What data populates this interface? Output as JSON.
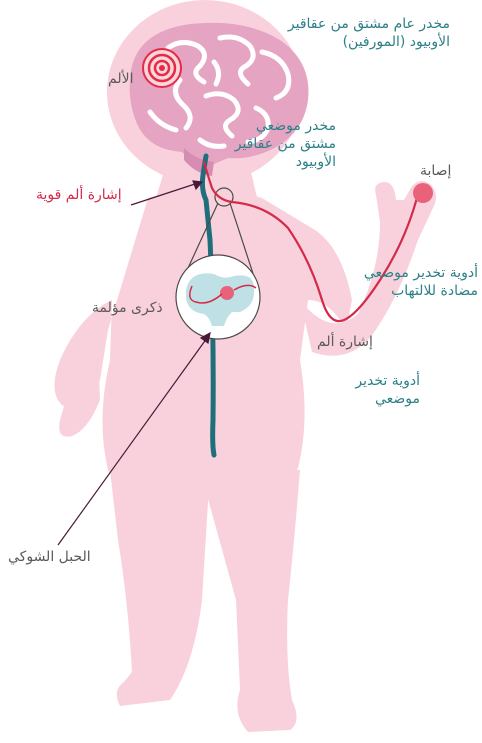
{
  "labels": {
    "general_opioid": {
      "line1": "مخدر عام مشتق من عقاقير",
      "line2": "الأوبيود (المورفين)"
    },
    "pain": "الألم",
    "local_opioid": {
      "line1": "مخدر موضعي",
      "line2": "مشتق من عقاقير",
      "line3": "الأوبيود"
    },
    "strong_pain_signal": "إشارة ألم قوية",
    "injury": "إصابة",
    "anti_inflammatory": {
      "line1": "أدوية تخدير موضعي",
      "line2": "مضادة للالتهاب"
    },
    "painful_memory": "ذكرى مؤلمة",
    "pain_signal": "إشارة ألم",
    "local_anesthetic": {
      "line1": "أدوية تخدير",
      "line2": "موضعي"
    },
    "spinal_cord": "الحبل الشوكي"
  },
  "colors": {
    "body": "#f9d1dd",
    "brain": "#e6a4c3",
    "brain_folds": "#ffffff",
    "teal_text": "#2c8088",
    "spinal_cord": "#1f6f7a",
    "pain_nerve": "#d42a4a",
    "injury_dot": "#e8637a",
    "pain_target": "#e52b45",
    "pointer": "#4a1838",
    "magnifier_fill": "#bfe0e4"
  }
}
